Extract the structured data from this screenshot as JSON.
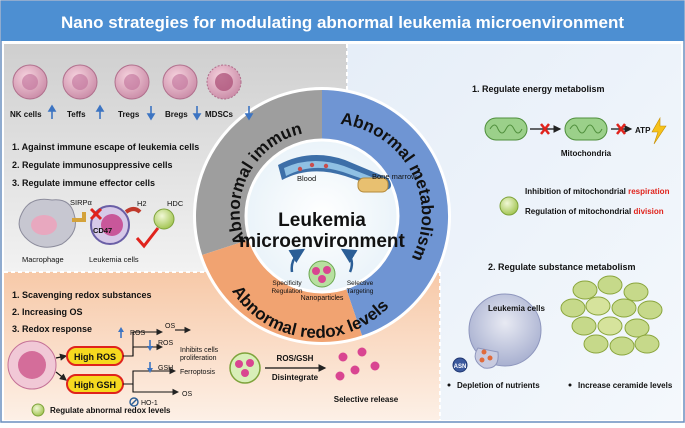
{
  "title": "Nano strategies for modulating abnormal leukemia microenvironment",
  "center": {
    "title_line1": "Leukemia",
    "title_line2": "microenvironment",
    "blood": "Blood",
    "bone_marrow": "Bone marrow",
    "specificity1": "Specificity",
    "specificity2": "Regulation",
    "selective1": "Selective",
    "selective2": "Targeting",
    "nanoparticles": "Nanoparticles"
  },
  "ring": {
    "immunity": "Abnormal immunity",
    "metabolism": "Abnormal metabolism",
    "redox": "Abnormal redox levels"
  },
  "immunity": {
    "cells": [
      {
        "label": "NK cells",
        "arrow": "up"
      },
      {
        "label": "Teffs",
        "arrow": "up"
      },
      {
        "label": "Tregs",
        "arrow": "down"
      },
      {
        "label": "Bregs",
        "arrow": "down"
      },
      {
        "label": "MDSCs",
        "arrow": "down"
      }
    ],
    "points": [
      "1. Against immune escape of leukemia cells",
      "2. Regulate immunosuppressive cells",
      "3. Regulate immune effector cells"
    ],
    "sirpa": "SIRPα",
    "cd47": "CD47",
    "h2": "H2",
    "hdc": "HDC",
    "macrophage": "Macrophage",
    "leukemia_cells": "Leukemia cells"
  },
  "metabolism": {
    "energy": "1. Regulate energy metabolism",
    "mitochondria": "Mitochondria",
    "atp": "ATP",
    "inhibition_prefix": "Inhibition of mitochondrial ",
    "inhibition_key": "respiration",
    "regulation_prefix": "Regulation of mitochondrial ",
    "regulation_key": "division",
    "substance": "2. Regulate substance metabolism",
    "leukemia_cells": "Leukemia cells",
    "asn": "ASN",
    "depletion": "Depletion of nutrients",
    "ceramide": "Increase ceramide levels"
  },
  "redox": {
    "points": [
      "1. Scavenging redox substances",
      "2. Increasing OS",
      "3. Redox response"
    ],
    "high_ros": "High ROS",
    "high_gsh": "High GSH",
    "ros": "ROS",
    "os": "OS",
    "inhibits1": "Inhibits cells",
    "inhibits2": "proliferation",
    "gsh": "GSH",
    "ferroptosis": "Ferroptosis",
    "ho1": "HO-1",
    "regulate": "Regulate abnormal redox levels",
    "ros_gsh": "ROS/GSH",
    "disintegrate": "Disintegrate",
    "selective_release": "Selective release"
  },
  "colors": {
    "title_bar": "#4d8fd2",
    "immunity_ring": "#9e9e9e",
    "metabolism_ring": "#6f95d3",
    "redox_ring": "#f1a371",
    "accent_red": "#e0231c",
    "arrow_blue": "#3c74c2",
    "high_box": "#f6d91f"
  }
}
